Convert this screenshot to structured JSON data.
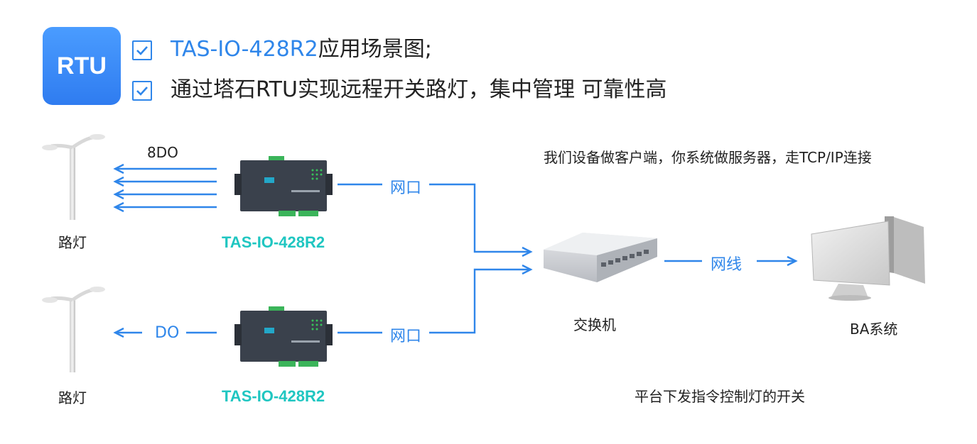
{
  "badge": {
    "text": "RTU"
  },
  "headline": {
    "line1_accent": "TAS-IO-428R2",
    "line1_rest": "应用场景图;",
    "line2": "通过塔石RTU实现远程开关路灯，集中管理 可靠性高"
  },
  "lamps": [
    {
      "label": "路灯"
    },
    {
      "label": "路灯"
    }
  ],
  "devices": [
    {
      "name": "TAS-IO-428R2"
    },
    {
      "name": "TAS-IO-428R2"
    }
  ],
  "links": {
    "do_top": "8DO",
    "do_bottom": "DO",
    "net1": "网口",
    "net2": "网口",
    "cable": "网线"
  },
  "switch": {
    "label": "交换机"
  },
  "server": {
    "label": "BA系统"
  },
  "notes": {
    "client_server": "我们设备做客户端，你系统做服务器，走TCP/IP连接",
    "platform": "平台下发指令控制灯的开关"
  },
  "colors": {
    "accent": "#2f86ea",
    "cyan": "#1fc6c1",
    "badge": "#3a8cf5"
  }
}
